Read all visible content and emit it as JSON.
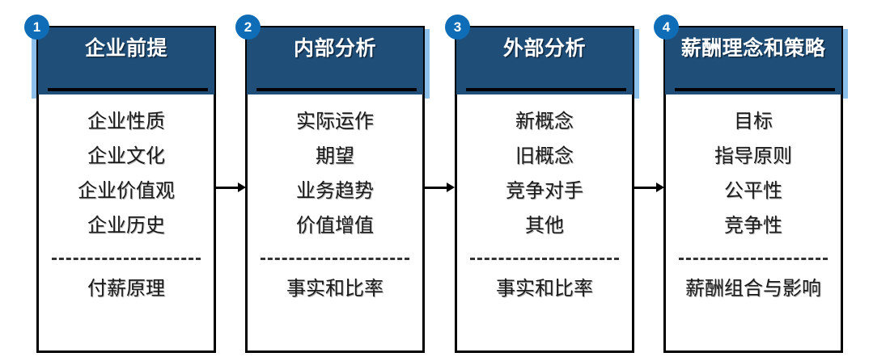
{
  "diagram": {
    "title_text_note": "",
    "colors": {
      "header_navy": "#1f4e79",
      "header_shadow_blue": "#8cc0ea",
      "badge_blue": "#0f6cb6",
      "border_black": "#000000",
      "body_white": "#ffffff",
      "text_dark": "#1a1a1a"
    },
    "cards": [
      {
        "badge": "1",
        "title": "企业前提",
        "items": [
          "企业性质",
          "企业文化",
          "企业价值观",
          "企业历史"
        ],
        "footer": "付薪原理"
      },
      {
        "badge": "2",
        "title": "内部分析",
        "items": [
          "实际运作",
          "期望",
          "业务趋势",
          "价值增值"
        ],
        "footer": "事实和比率"
      },
      {
        "badge": "3",
        "title": "外部分析",
        "items": [
          "新概念",
          "旧概念",
          "竞争对手",
          "其他"
        ],
        "footer": "事实和比率"
      },
      {
        "badge": "4",
        "title": "薪酬理念和策略",
        "items": [
          "目标",
          "指导原则",
          "公平性",
          "竞争性"
        ],
        "footer": "薪酬组合与影响"
      }
    ],
    "arrows": [
      {
        "name": "arrow-1-to-2"
      },
      {
        "name": "arrow-2-to-3"
      },
      {
        "name": "arrow-3-to-4"
      }
    ]
  }
}
